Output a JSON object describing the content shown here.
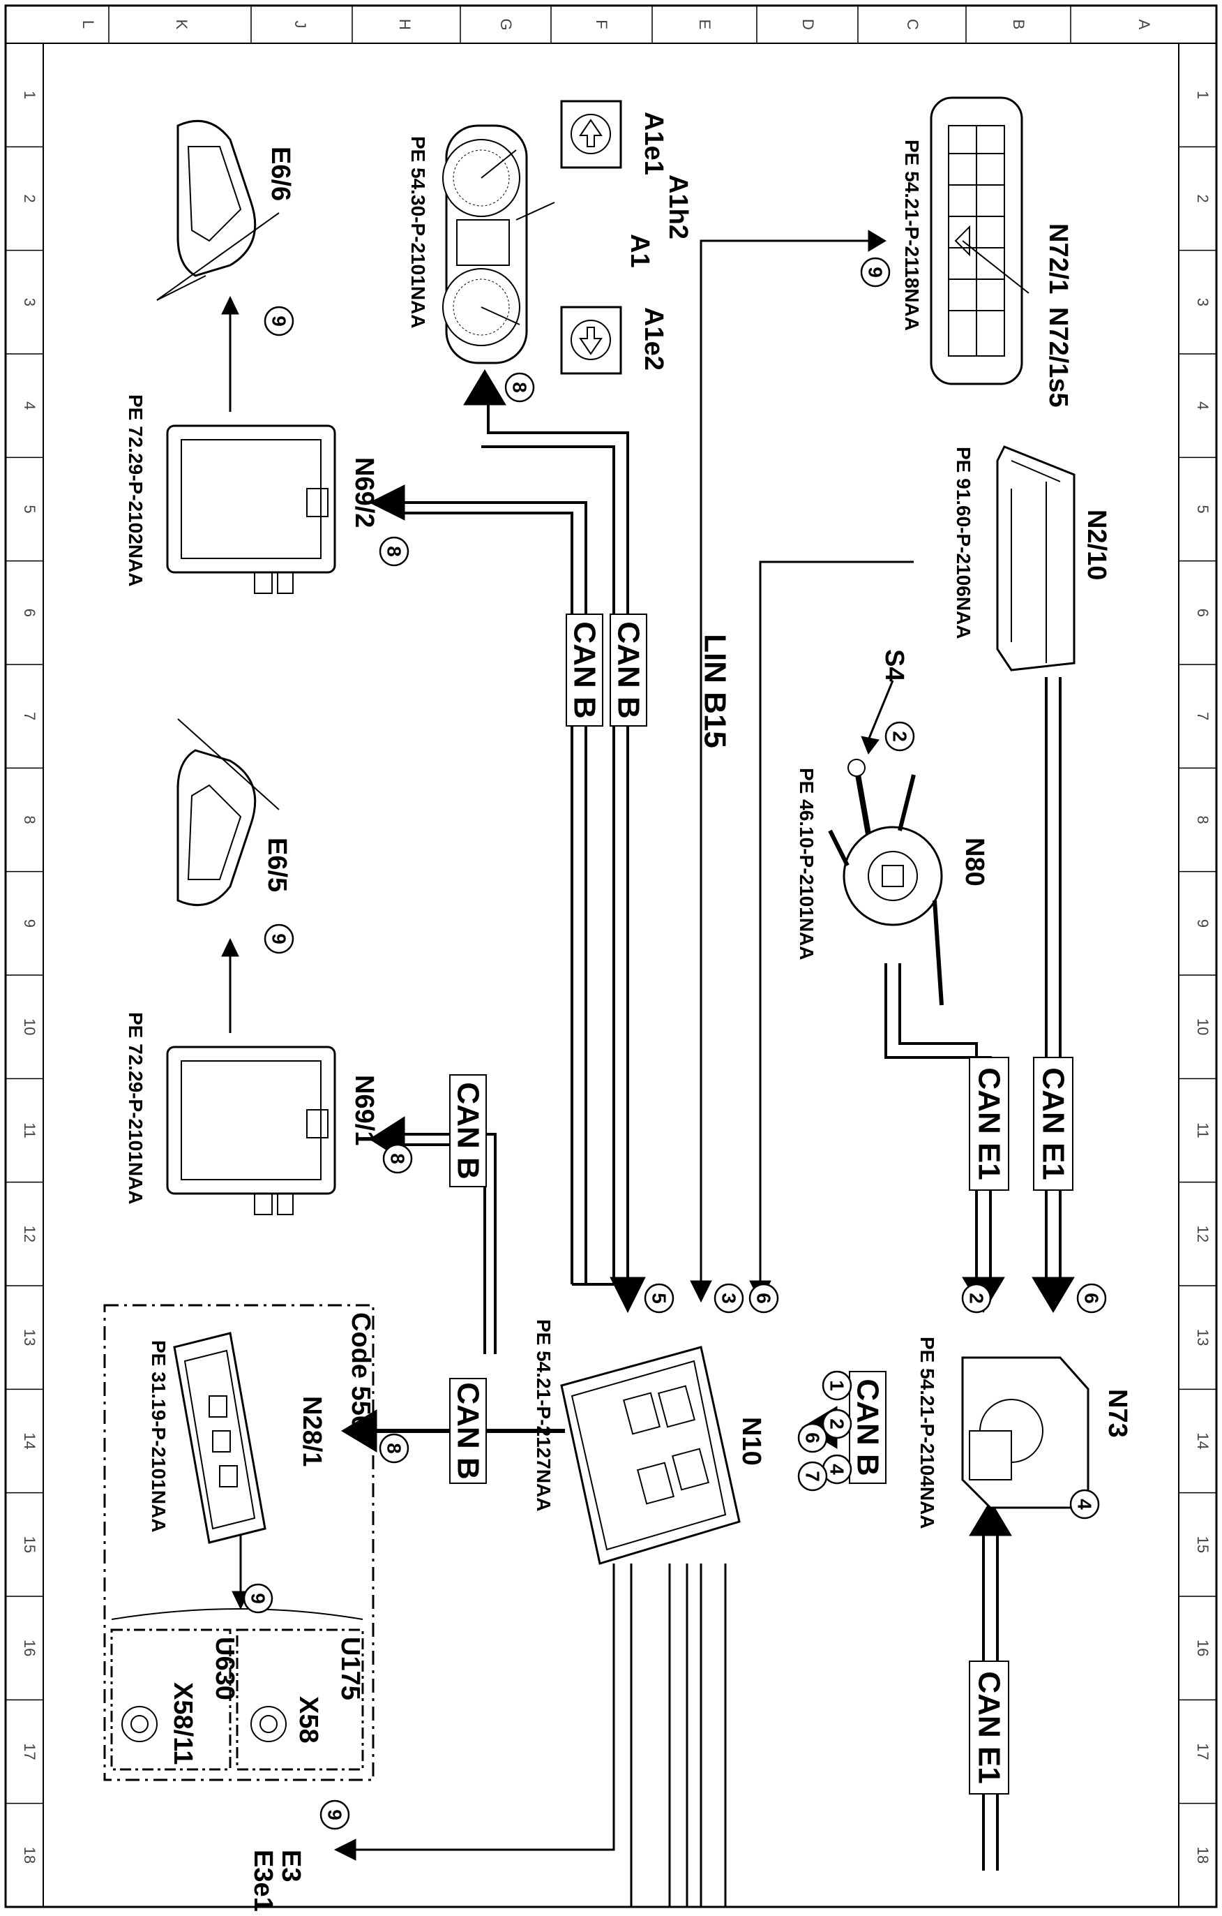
{
  "grid": {
    "columns": [
      "L",
      "K",
      "J",
      "H",
      "G",
      "F",
      "E",
      "D",
      "C",
      "B",
      "A"
    ],
    "rows": [
      "1",
      "2",
      "3",
      "4",
      "5",
      "6",
      "7",
      "8",
      "9",
      "10",
      "11",
      "12",
      "13",
      "14",
      "15",
      "16",
      "17",
      "18"
    ]
  },
  "components": {
    "N72_1": {
      "label": "N72/1",
      "ref": "PE 54.21-P-2118NAA"
    },
    "N72_1s5": {
      "label": "N72/1s5"
    },
    "A1": {
      "label": "A1",
      "ref": "PE 54.30-P-2101NAA"
    },
    "A1e1": {
      "label": "A1e1"
    },
    "A1e2": {
      "label": "A1e2"
    },
    "A1h2": {
      "label": "A1h2"
    },
    "E6_6": {
      "label": "E6/6"
    },
    "E6_5": {
      "label": "E6/5"
    },
    "N2_10": {
      "label": "N2/10",
      "ref": "PE 91.60-P-2106NAA"
    },
    "N69_2": {
      "label": "N69/2",
      "ref": "PE 72.29-P-2102NAA"
    },
    "N69_1": {
      "label": "N69/1",
      "ref": "PE 72.29-P-2101NAA"
    },
    "S4": {
      "label": "S4"
    },
    "N80": {
      "label": "N80",
      "ref": "PE 46.10-P-2101NAA"
    },
    "N73": {
      "label": "N73",
      "ref": "PE 54.21-P-2104NAA"
    },
    "N10": {
      "label": "N10",
      "ref": "PE 54.21-P-2127NAA"
    },
    "N28_1": {
      "label": "N28/1",
      "ref": "PE 31.19-P-2101NAA"
    },
    "code": {
      "label": "Code 550"
    },
    "U175": {
      "label": "U175"
    },
    "X58": {
      "label": "X58"
    },
    "U630": {
      "label": "U630"
    },
    "X58_11": {
      "label": "X58/11"
    },
    "E3": {
      "label": "E3"
    },
    "E3e1": {
      "label": "E3e1"
    }
  },
  "buses": {
    "can_b": "CAN B",
    "can_e1": "CAN E1",
    "lin_b15": "LIN B15"
  },
  "signals": [
    "1",
    "2",
    "3",
    "4",
    "5",
    "6",
    "7",
    "8",
    "9"
  ]
}
